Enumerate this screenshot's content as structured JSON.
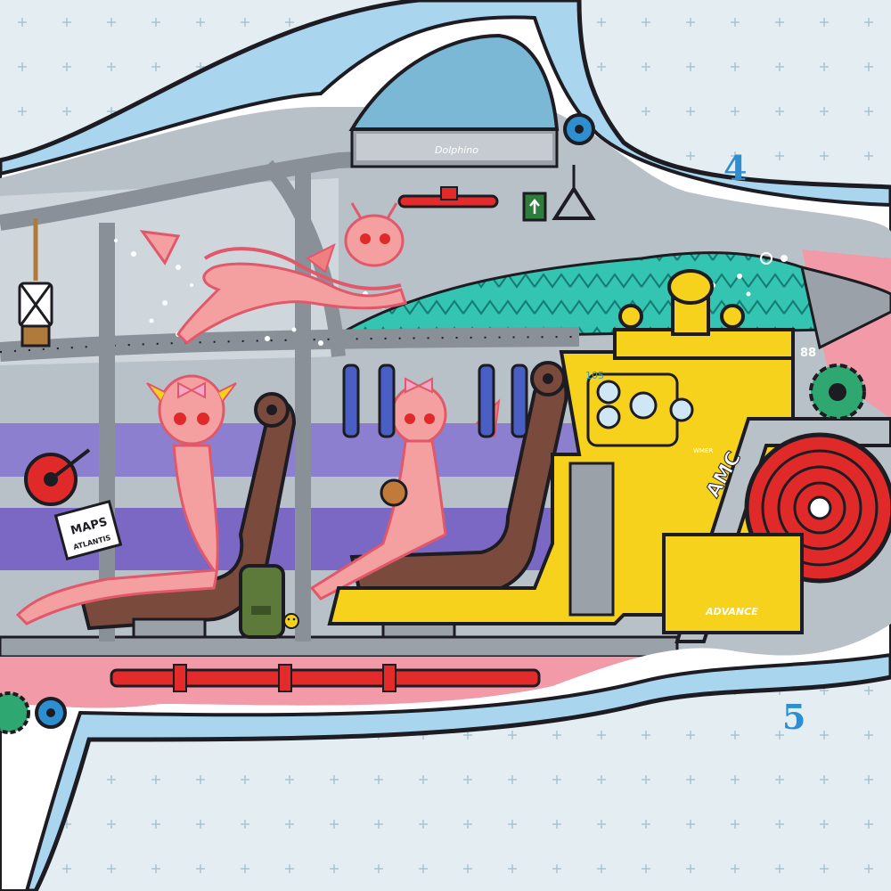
{
  "callouts": {
    "four": "4",
    "five": "5"
  },
  "labels": {
    "nameplate": "Dolphino",
    "hull_number": "88",
    "engine_number": "105",
    "maps_title": "MAPS",
    "maps_subtitle": "ATLANTIS",
    "engine_badge": "AMC",
    "engine_logo": "WMER",
    "gearbox_badge": "ADVANCE"
  },
  "colors": {
    "background": "#e4edf1",
    "hull_outline": "#1c1c22",
    "water_blue": "#a9d6ee",
    "cockpit_blue": "#7bb8d6",
    "cabin_gray": "#b9c1c8",
    "frame_gray": "#8a9098",
    "engine_yellow": "#f7d21c",
    "pipe_red": "#e32b2b",
    "fan_red": "#e02a2a",
    "creature_pink": "#f4a0a0",
    "seat_brown": "#7a4a3c",
    "teal_panel": "#2fc0b0",
    "purple_wall": "#8d7fd0",
    "pink_tail": "#f39aa8",
    "callout_blue": "#2e8fd0"
  },
  "icons": [
    "oil-lamp-icon",
    "exit-sign-icon",
    "pull-handle-icon",
    "smiley-icon",
    "gear-icon",
    "fan-turbine-icon"
  ]
}
